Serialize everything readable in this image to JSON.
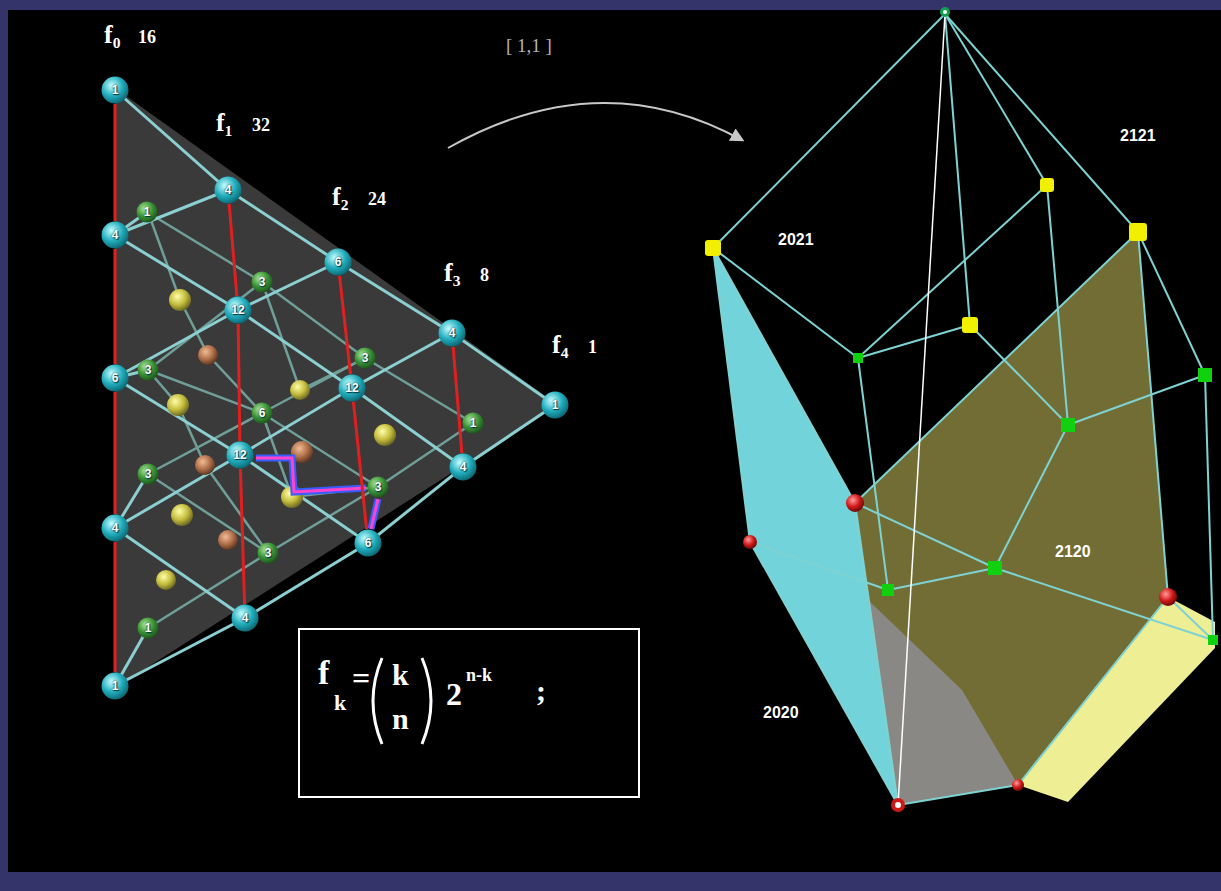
{
  "diagram": {
    "nodes": [
      {
        "text": [
          "1"
        ]
      },
      {
        "text": [
          "4"
        ]
      },
      {
        "text": [
          "6"
        ]
      },
      {
        "text": [
          "4"
        ]
      },
      {
        "text": [
          "1"
        ]
      },
      {
        "text": [
          "1"
        ]
      },
      {
        "text": [
          "3"
        ]
      },
      {
        "text": [
          "3"
        ]
      },
      {
        "text": [
          "1"
        ]
      },
      {
        "text": [
          "4"
        ]
      },
      {
        "text": [
          "12"
        ]
      },
      {
        "text": [
          "12"
        ]
      },
      {
        "text": [
          "4"
        ]
      },
      {
        "text": [
          "3"
        ]
      },
      {
        "text": [
          "6"
        ]
      },
      {
        "text": [
          "3"
        ]
      },
      {
        "text": [
          "6"
        ]
      },
      {
        "text": [
          "12"
        ]
      },
      {
        "text": [
          "6"
        ]
      },
      {
        "text": [
          "3"
        ]
      },
      {
        "text": [
          "3"
        ]
      },
      {
        "text": [
          "4"
        ]
      },
      {
        "text": [
          "4"
        ]
      },
      {
        "text": [
          "1"
        ]
      },
      {
        "text": [
          "1"
        ]
      },
      {
        "text": [
          "f",
          "k",
          "=",
          "k",
          "n",
          "2",
          "n-k",
          ";"
        ]
      }
    ],
    "edges": [
      {
        "from": 0,
        "to": 1,
        "arrow": "none"
      },
      {
        "from": 1,
        "to": 2,
        "arrow": "none"
      },
      {
        "from": 2,
        "to": 3,
        "arrow": "none"
      },
      {
        "from": 3,
        "to": 4,
        "arrow": "none"
      },
      {
        "from": 9,
        "to": 10,
        "arrow": "none"
      },
      {
        "from": 10,
        "to": 11,
        "arrow": "none"
      },
      {
        "from": 11,
        "to": 12,
        "arrow": "none"
      },
      {
        "from": 16,
        "to": 17,
        "arrow": "none"
      },
      {
        "from": 17,
        "to": 18,
        "arrow": "none"
      },
      {
        "from": 21,
        "to": 22,
        "arrow": "none"
      }
    ],
    "labels": [
      "f₀",
      "16",
      "f₁",
      "32",
      "f₂",
      "24",
      "f₃",
      "8",
      "f₄",
      "1",
      "[ 1,1 ]",
      "2121",
      "2021",
      "2120",
      "2020"
    ]
  }
}
